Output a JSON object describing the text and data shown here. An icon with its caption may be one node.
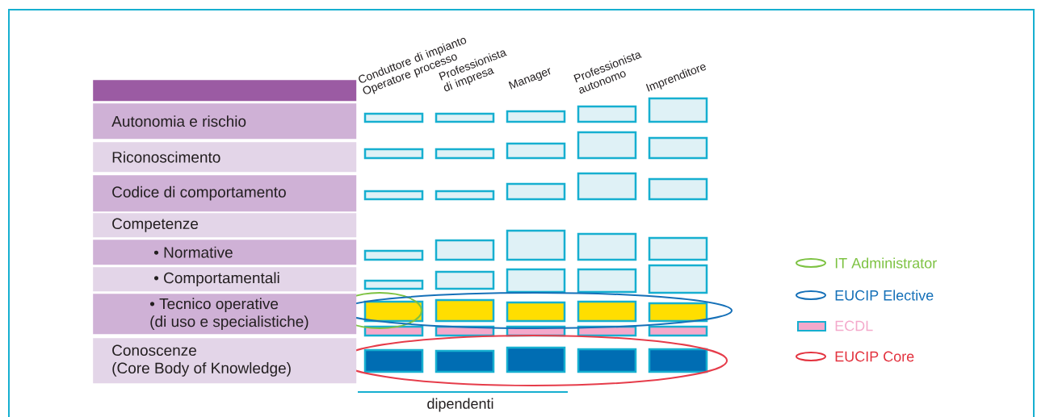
{
  "diagram": {
    "nodes": [
      {
        "text": [],
        "shape": "bar"
      },
      {
        "text": [
          "Autonomia e rischio"
        ]
      },
      {
        "text": [
          "Riconoscimento"
        ]
      },
      {
        "text": [
          "Codice di comportamento"
        ]
      },
      {
        "text": [
          "Competenze"
        ]
      },
      {
        "text": [
          "• Normative"
        ]
      },
      {
        "text": [
          "• Comportamentali"
        ]
      },
      {
        "text": [
          "• Tecnico operative (di uso e specialistiche)"
        ]
      },
      {
        "text": [
          "Conoscenze (Core Body of Knowledge)"
        ]
      }
    ],
    "labels": [
      "Conduttore di impianto Operatore processo",
      "Professionista di impresa",
      "Manager",
      "Professionista autonomo",
      "Imprenditore",
      "dipendenti"
    ],
    "legend": [
      {
        "text": "IT Administrator"
      },
      {
        "text": "EUCIP Elective"
      },
      {
        "text": "ECDL",
        "color": "#f4a9cb"
      },
      {
        "text": "EUCIP Core"
      }
    ]
  }
}
